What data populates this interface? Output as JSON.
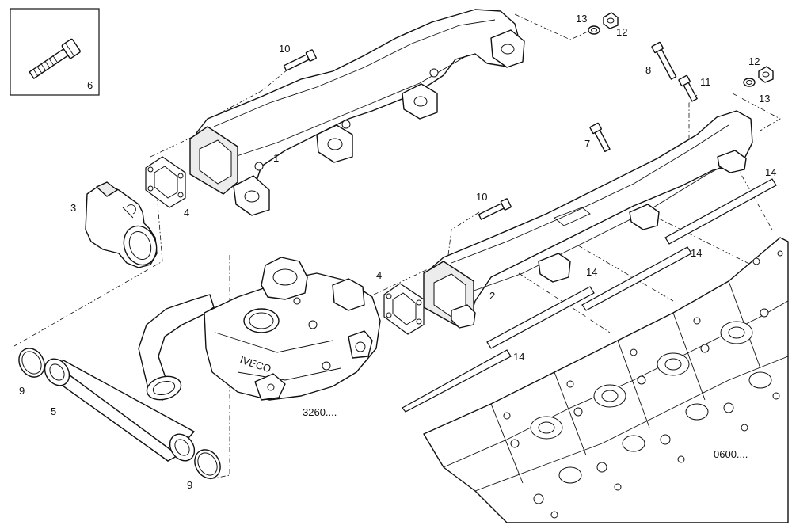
{
  "callouts": [
    {
      "id": "c1",
      "text": "1"
    },
    {
      "id": "c2",
      "text": "2"
    },
    {
      "id": "c3",
      "text": "3"
    },
    {
      "id": "c4a",
      "text": "4"
    },
    {
      "id": "c4b",
      "text": "4"
    },
    {
      "id": "c5",
      "text": "5"
    },
    {
      "id": "c6",
      "text": "6"
    },
    {
      "id": "c7",
      "text": "7"
    },
    {
      "id": "c8",
      "text": "8"
    },
    {
      "id": "c9a",
      "text": "9"
    },
    {
      "id": "c9b",
      "text": "9"
    },
    {
      "id": "c10a",
      "text": "10"
    },
    {
      "id": "c10b",
      "text": "10"
    },
    {
      "id": "c11",
      "text": "11"
    },
    {
      "id": "c12a",
      "text": "12"
    },
    {
      "id": "c12b",
      "text": "12"
    },
    {
      "id": "c13a",
      "text": "13"
    },
    {
      "id": "c13b",
      "text": "13"
    },
    {
      "id": "c14a",
      "text": "14"
    },
    {
      "id": "c14b",
      "text": "14"
    },
    {
      "id": "c14c",
      "text": "14"
    },
    {
      "id": "c14d",
      "text": "14"
    }
  ],
  "references": [
    {
      "id": "r3260",
      "text": "3260...."
    },
    {
      "id": "r0600",
      "text": "0600...."
    }
  ],
  "brand": {
    "text": "IVECO"
  }
}
